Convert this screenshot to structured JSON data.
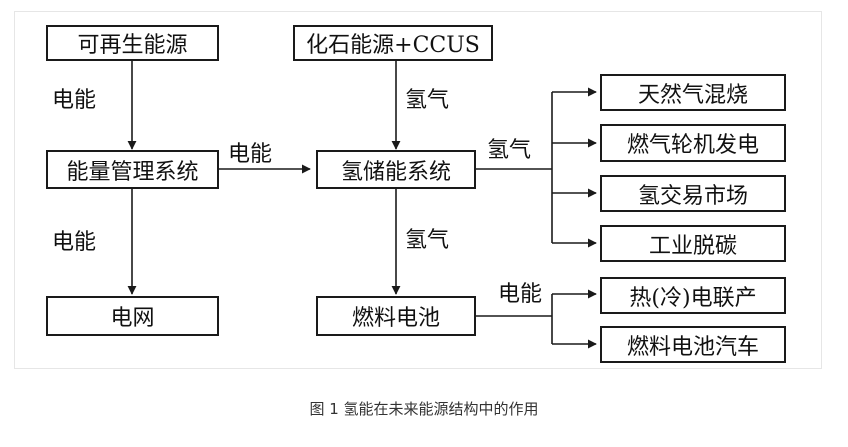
{
  "boxes": {
    "renewable": "可再生能源",
    "fossil": "化石能源+CCUS",
    "ems": "能量管理系统",
    "h2_storage": "氢储能系统",
    "grid": "电网",
    "fuel_cell": "燃料电池",
    "gas_burn": "天然气混烧",
    "turbine": "燃气轮机发电",
    "h2_trade": "氢交易市场",
    "decarb": "工业脱碳",
    "chp": "热(冷)电联产",
    "fc_car": "燃料电池汽车"
  },
  "labels": {
    "renew_to_ems": "电能",
    "ems_to_h2": "电能",
    "ems_to_grid": "电能",
    "fossil_to_h2": "氢气",
    "h2_to_uses": "氢气",
    "h2_to_fc": "氢气",
    "fc_to_uses": "电能"
  },
  "caption": "图 1 氢能在未来能源结构中的作用"
}
